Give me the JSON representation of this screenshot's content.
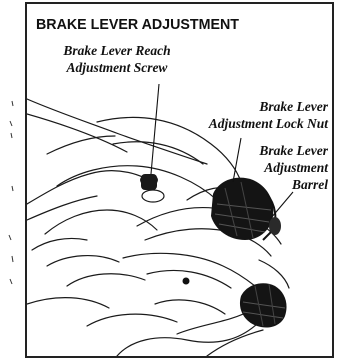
{
  "section": {
    "title": "BRAKE LEVER ADJUSTMENT"
  },
  "callouts": {
    "reach_screw": [
      "Brake Lever Reach",
      "Adjustment Screw"
    ],
    "lock_nut": [
      "Brake Lever",
      "Adjustment Lock Nut"
    ],
    "barrel": [
      "Brake Lever",
      "Adjustment",
      "Barrel"
    ]
  },
  "colors": {
    "ink": "#111111",
    "border": "#222222",
    "paper": "#ffffff"
  }
}
